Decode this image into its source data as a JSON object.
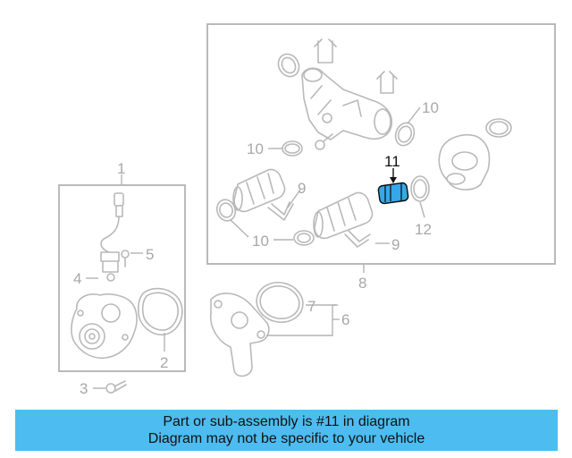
{
  "callouts": {
    "c1": "1",
    "c2": "2",
    "c3": "3",
    "c4": "4",
    "c5": "5",
    "c6": "6",
    "c7": "7",
    "c8": "8",
    "c9a": "9",
    "c9b": "9",
    "c10a": "10",
    "c10b": "10",
    "c10c": "10",
    "c11": "11",
    "c12": "12"
  },
  "highlight": {
    "callout": "11",
    "color": "#35a8e8"
  },
  "banner": {
    "line1": "Part or sub-assembly is #11 in diagram",
    "line2": "Diagram may not be specific to your vehicle",
    "color": "#4dbcf0"
  }
}
